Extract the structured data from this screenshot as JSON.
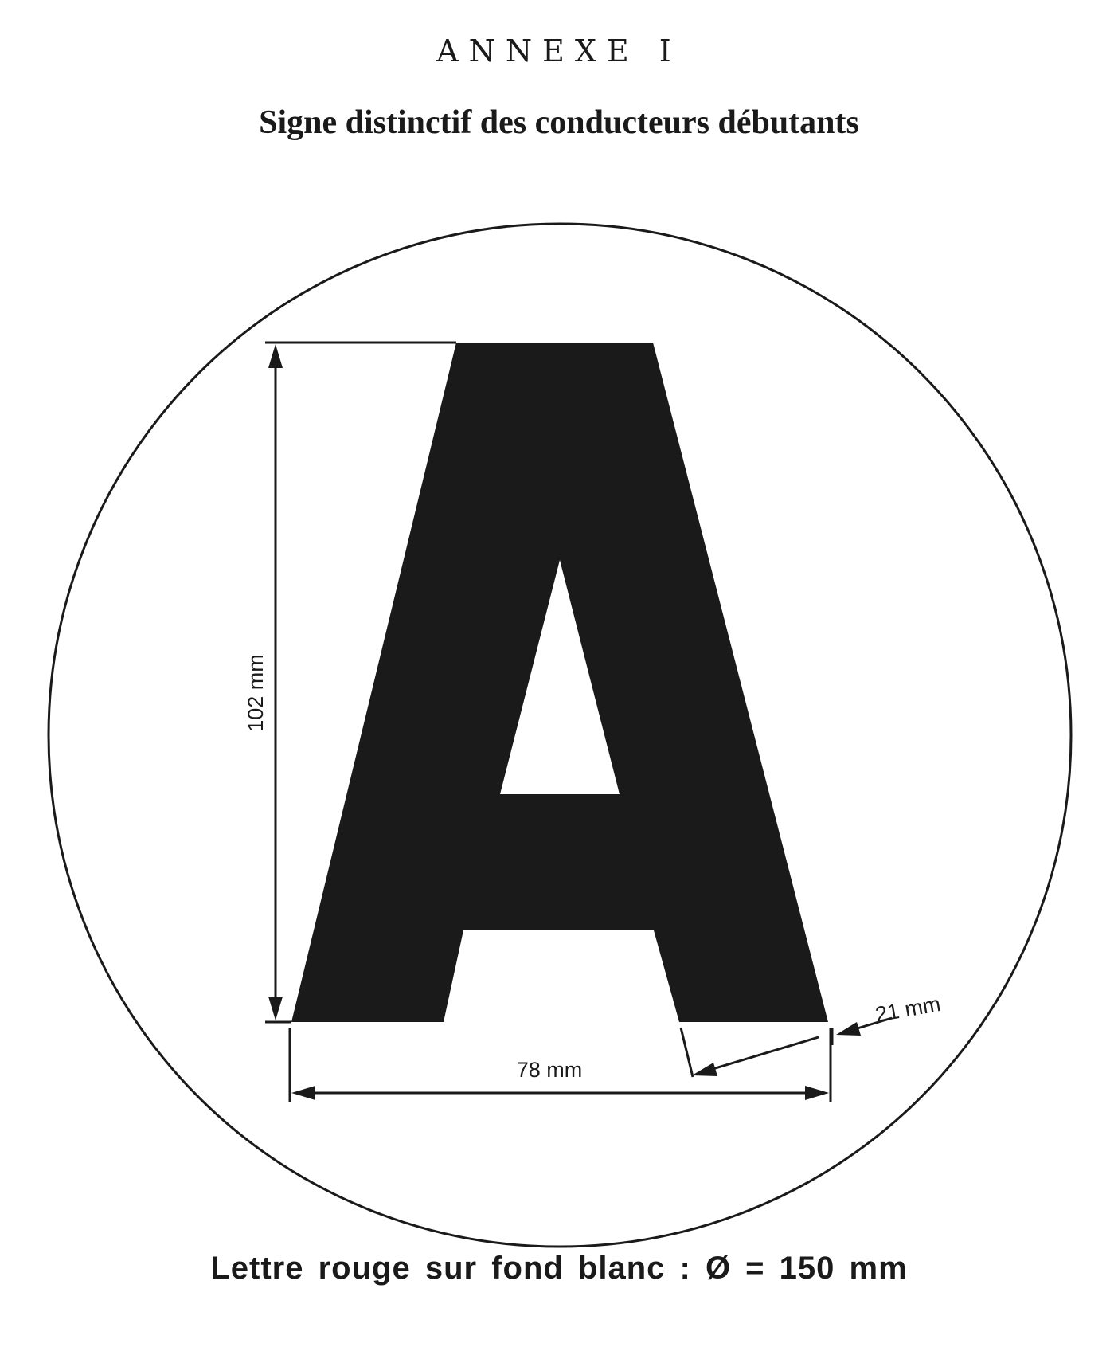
{
  "header": {
    "annex": "ANNEXE I",
    "title": "Signe distinctif des conducteurs débutants"
  },
  "diagram": {
    "letter": "A",
    "dimensions": {
      "height": "102 mm",
      "width": "78 mm",
      "stroke": "21 mm"
    }
  },
  "footer": {
    "caption": "Lettre rouge sur fond blanc : Ø = 150 mm"
  },
  "colors": {
    "ink": "#1a1a1a",
    "background": "#ffffff"
  }
}
